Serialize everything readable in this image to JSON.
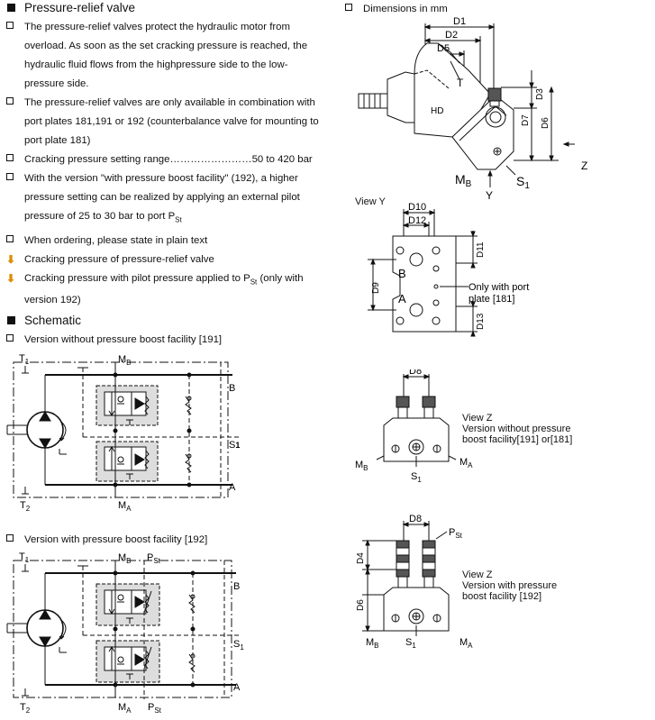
{
  "left": {
    "title": "Pressure-relief valve",
    "p1": [
      "The pressure-relief valves protect the hydraulic motor from",
      "overload. As soon as the set cracking pressure is reached, the",
      "hydraulic fluid flows from the highpressure side to the low-",
      "pressure side."
    ],
    "p2": [
      "The pressure-relief valves are only available in combination with",
      "port plates 181,191 or 192 (counterbalance valve for mounting to",
      "port plate 181)"
    ],
    "p3": "Cracking pressure setting range……………………50 to 420 bar",
    "p4": [
      "With the version \"with pressure boost facility\" (192), a higher",
      "pressure setting can be realized by applying an external pilot",
      "pressure of 25 to 30 bar to port P"
    ],
    "p4_sub": "St",
    "p5": "When ordering, please state in plain text",
    "o1": "Cracking pressure of pressure-relief valve",
    "o2": [
      "Cracking pressure with pilot pressure applied to P",
      "St",
      " (only with",
      "version 192)"
    ],
    "schematic_title": "Schematic",
    "v1": "Version without pressure boost facility [191]",
    "v2": "Version with pressure boost facility [192]"
  },
  "sch1": {
    "T1": "T",
    "T1s": "1",
    "MB": "M",
    "MBs": "B",
    "B": "B",
    "S1": "S",
    "S1s": "1",
    "A": "A",
    "T2": "T",
    "T2s": "2",
    "MA": "M",
    "MAs": "A"
  },
  "sch2": {
    "T1": "T",
    "T1s": "1",
    "MB": "M",
    "MBs": "B",
    "PSt": "P",
    "PSts": "St",
    "B": "B",
    "S1": "S",
    "S1s": "1",
    "A": "A",
    "T2": "T",
    "T2s": "2",
    "MA": "M",
    "MAs": "A",
    "PSt2": "P",
    "PSt2s": "St"
  },
  "right": {
    "dims": "Dimensions in mm",
    "D1": "D1",
    "D2": "D2",
    "D5": "D5",
    "D3": "D3",
    "D7": "D7",
    "D6": "D6",
    "T": "T",
    "HD": "HD",
    "Z": "Z",
    "MB": "M",
    "MBs": "B",
    "Y": "Y",
    "S1": "S",
    "S1s": "1",
    "viewY": "View Y",
    "D10": "D10",
    "D12": "D12",
    "D11": "D11",
    "D9": "D9",
    "D13": "D13",
    "B": "B",
    "A": "A",
    "note": [
      "Only with port",
      "plate [181]"
    ],
    "D8a": "D8",
    "viewZ1": [
      "View Z",
      "Version without pressure",
      "boost facility[191] or[181]"
    ],
    "MB1": "M",
    "MB1s": "B",
    "MA1": "M",
    "MA1s": "A",
    "S11": "S",
    "S11s": "1",
    "D8b": "D8",
    "PSt": "P",
    "PSts": "St",
    "D4": "D4",
    "D6b": "D6",
    "viewZ2": [
      "View Z",
      "Version with pressure",
      "boost facility [192]"
    ],
    "MB2": "M",
    "MB2s": "B",
    "S12": "S",
    "S12s": "1",
    "MA2": "M",
    "MA2s": "A"
  }
}
